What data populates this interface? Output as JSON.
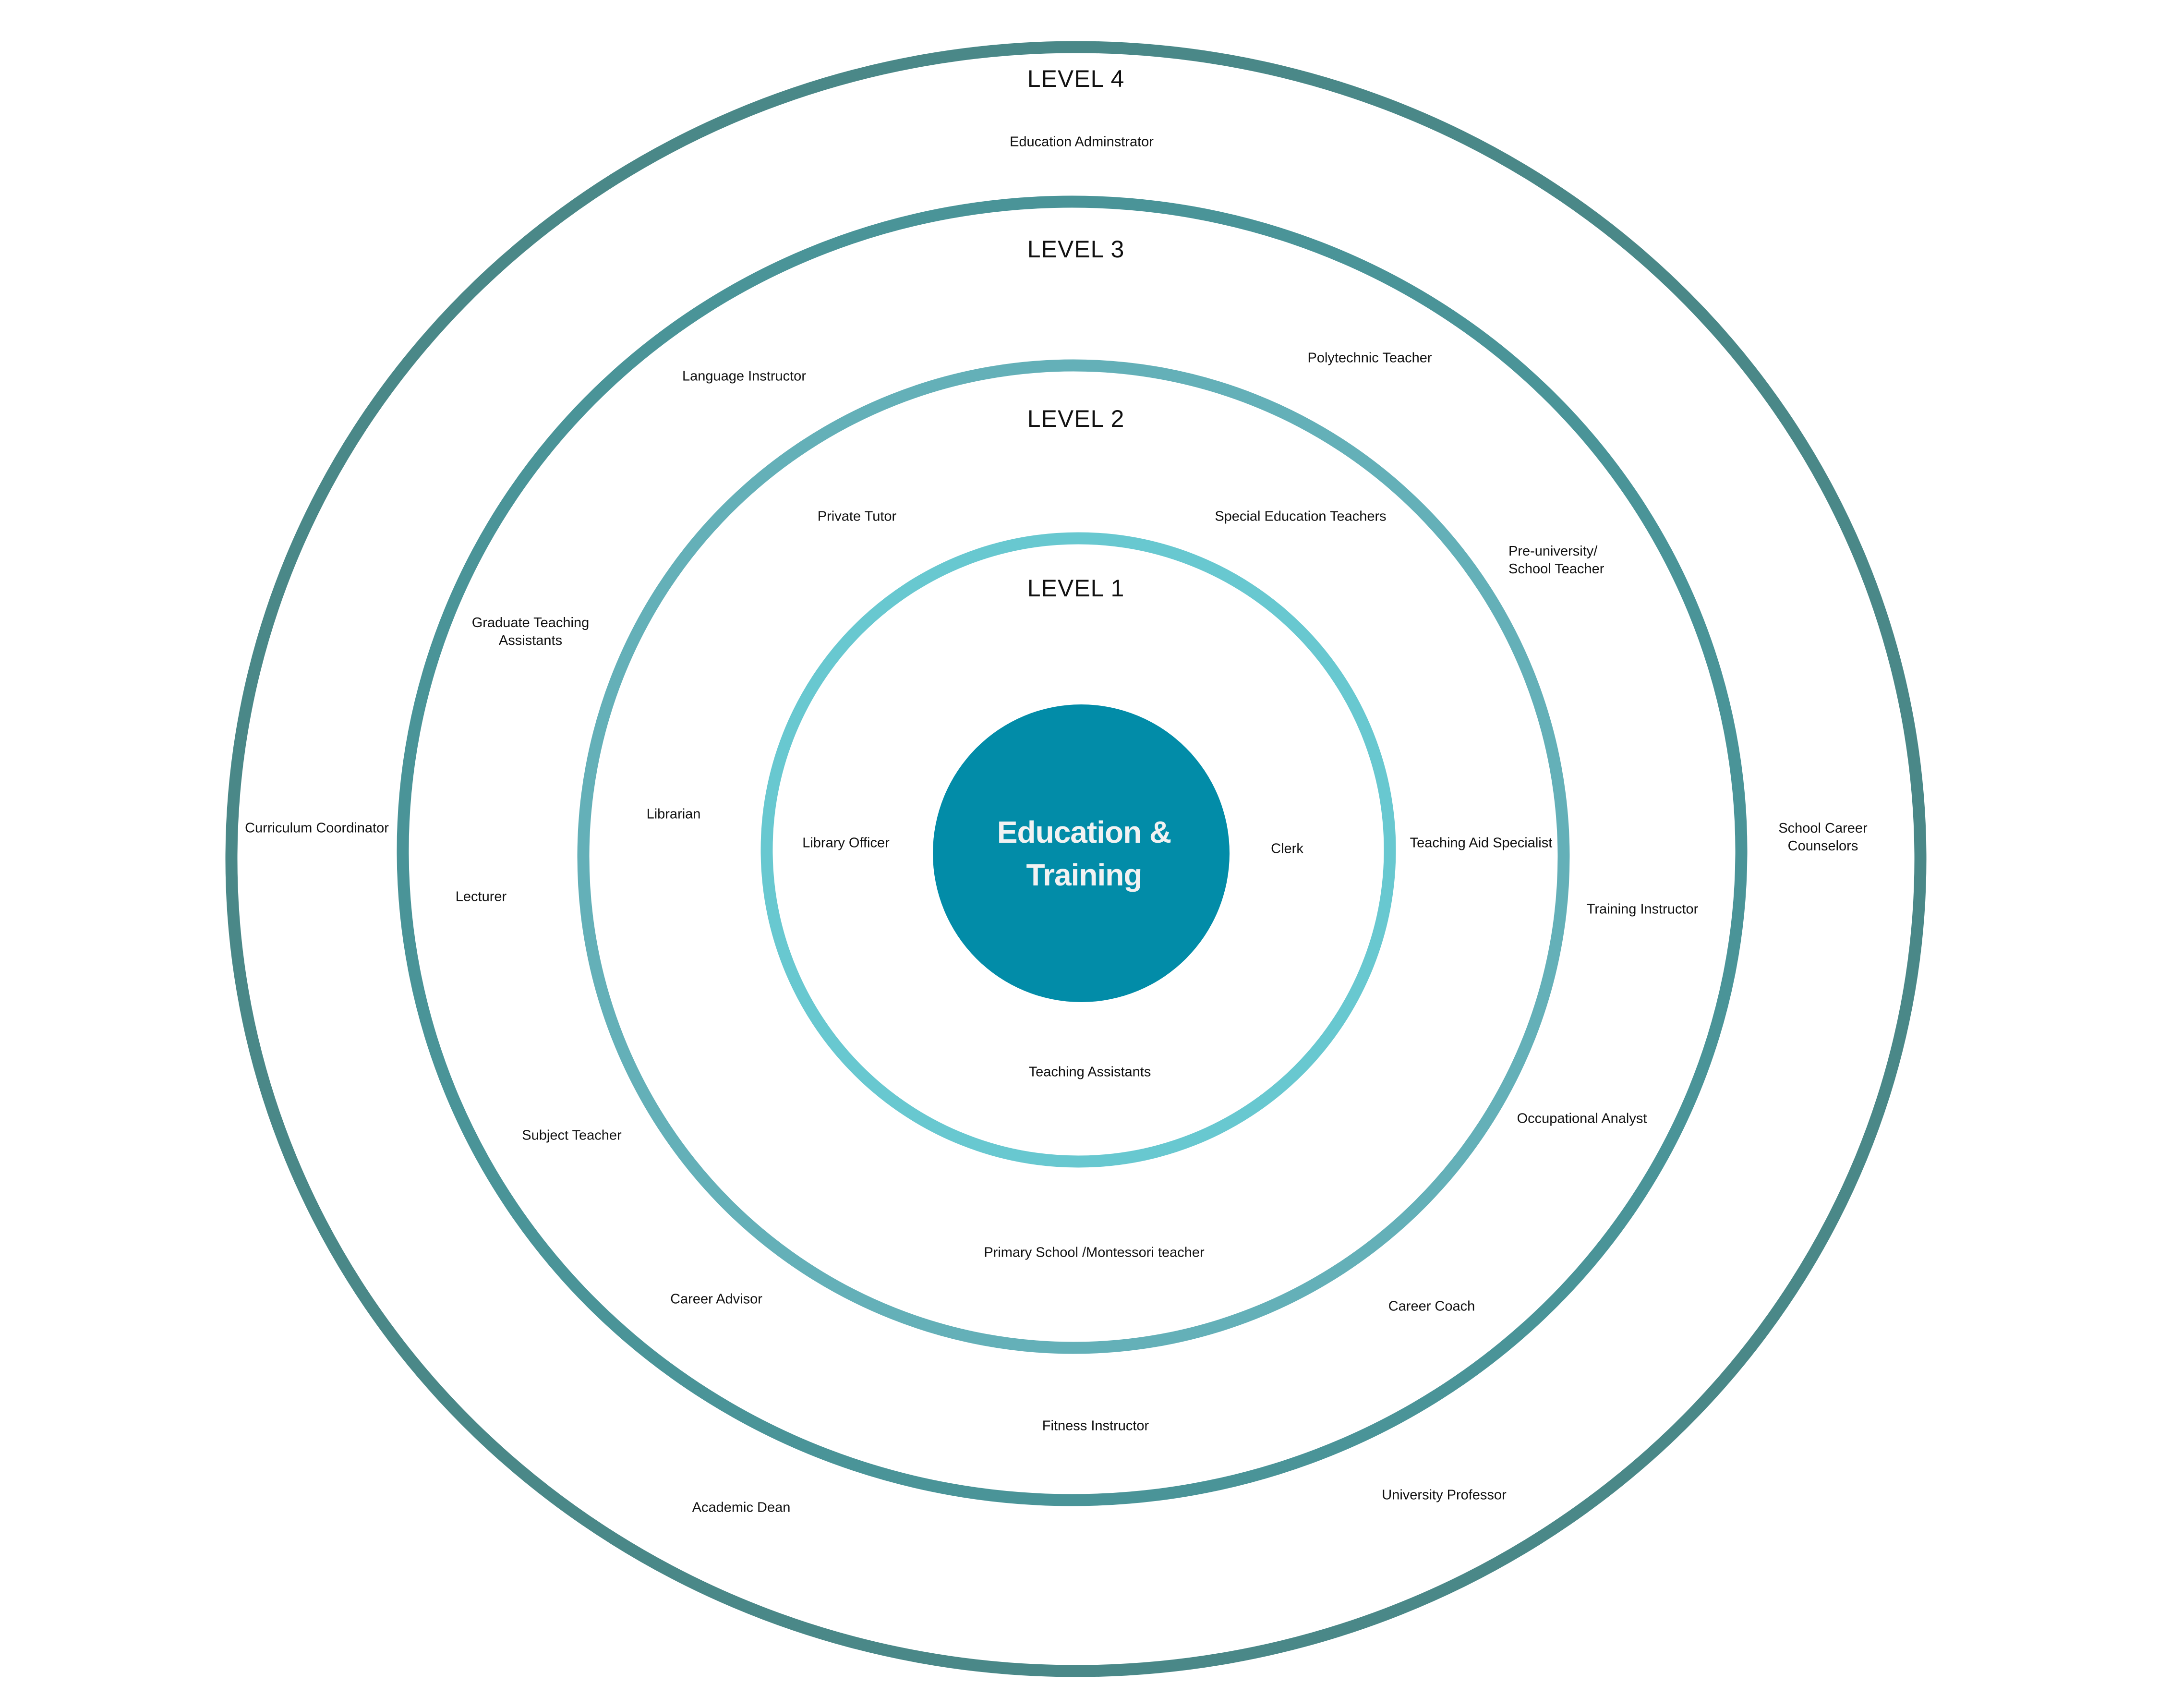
{
  "diagram": {
    "title": {
      "line1": "Education &",
      "line2": "Training",
      "fill_color": "#028ca8",
      "text_color": "#f2f2f2"
    },
    "rings": [
      {
        "level": "LEVEL 1",
        "color": "#68c8d0"
      },
      {
        "level": "LEVEL 2",
        "color": "#64b0b8"
      },
      {
        "level": "LEVEL 3",
        "color": "#4a9498"
      },
      {
        "level": "LEVEL 4",
        "color": "#4a8888"
      }
    ],
    "levels": {
      "level1": {
        "label": "LEVEL 1",
        "roles": {
          "library_officer": "Library Officer",
          "clerk": "Clerk",
          "teaching_assistants": "Teaching Assistants"
        }
      },
      "level2": {
        "label": "LEVEL 2",
        "roles": {
          "private_tutor": "Private Tutor",
          "special_education_teachers": "Special Education Teachers",
          "librarian": "Librarian",
          "teaching_aid_specialist": "Teaching Aid Specialist",
          "primary_school_teacher": "Primary School /Montessori teacher"
        }
      },
      "level3": {
        "label": "LEVEL 3",
        "roles": {
          "language_instructor": "Language Instructor",
          "polytechnic_teacher": "Polytechnic Teacher",
          "pre_university_line1": "Pre-university/",
          "pre_university_line2": "School Teacher",
          "graduate_ta_line1": "Graduate Teaching",
          "graduate_ta_line2": "Assistants",
          "lecturer": "Lecturer",
          "training_instructor": "Training Instructor",
          "subject_teacher": "Subject Teacher",
          "occupational_analyst": "Occupational Analyst",
          "career_advisor": "Career Advisor",
          "career_coach": "Career Coach",
          "fitness_instructor": "Fitness Instructor"
        }
      },
      "level4": {
        "label": "LEVEL 4",
        "roles": {
          "education_administrator": "Education Adminstrator",
          "curriculum_coordinator": "Curriculum Coordinator",
          "school_career_line1": "School Career",
          "school_career_line2": "Counselors",
          "academic_dean": "Academic Dean",
          "university_professor": "University Professor"
        }
      }
    }
  }
}
